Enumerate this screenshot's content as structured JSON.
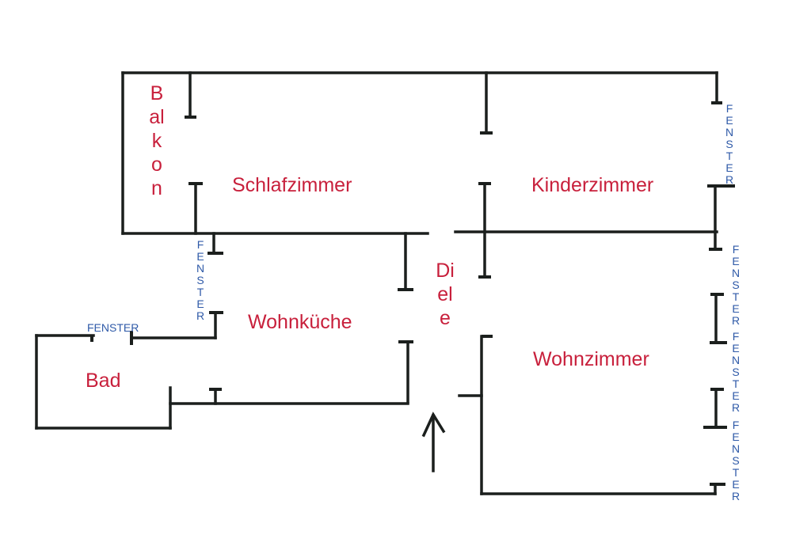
{
  "title": "Grundriss Wohnung",
  "colors": {
    "room_label": "#c8203c",
    "window_label": "#2f5aa8",
    "wall": "#1b1f1d"
  },
  "rooms": {
    "balkon": "Balkon",
    "schlafzimmer": "Schlafzimmer",
    "kinderzimmer": "Kinderzimmer",
    "wohnkueche": "Wohnküche",
    "diele": "Diele",
    "bad": "Bad",
    "wohnzimmer": "Wohnzimmer"
  },
  "windows": {
    "label": "FENSTER",
    "kinderzimmer": "FENSTER",
    "wohnkueche": "FENSTER",
    "bad": "FENSTER",
    "wohnzimmer_1": "FENSTER",
    "wohnzimmer_2": "FENSTER",
    "wohnzimmer_3": "FENSTER"
  },
  "entrance": {
    "icon": "arrow-up-icon"
  }
}
